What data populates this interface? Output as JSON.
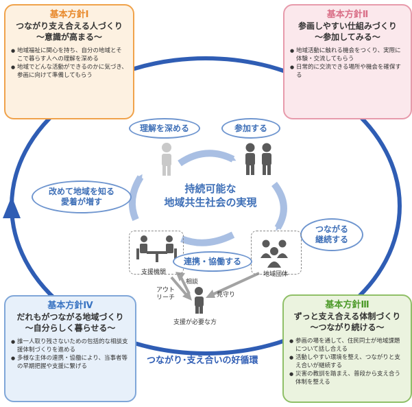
{
  "policies": {
    "p1": {
      "title": "基本方針Ⅰ",
      "line1": "つながり支え合える人づくり",
      "line2": "～意識が高まる～",
      "bullets": [
        "地域福祉に関心を持ち、自分の地域とそこで暮らす人への理解を深める",
        "地域でどんな活動ができるのかに気づき、参画に向けて準備してもらう"
      ]
    },
    "p2": {
      "title": "基本方針Ⅱ",
      "line1": "参画しやすい仕組みづくり",
      "line2": "～参加してみる～",
      "bullets": [
        "地域活動に触れる機会をつくり、実際に体験・交流してもらう",
        "日常的に交流できる場所や機会を確保する"
      ]
    },
    "p3": {
      "title": "基本方針Ⅲ",
      "line1": "ずっと支え合える体制づくり",
      "line2": "～つながり続ける～",
      "bullets": [
        "参画の場を通して、住民同士が地域課題について話し合える",
        "活動しやすい環境を整え、つながりと支え合いが継続する",
        "災害の教訓を踏まえ、普段から支え合う体制を整える"
      ]
    },
    "p4": {
      "title": "基本方針Ⅳ",
      "line1": "だれもがつながる地域づくり",
      "line2": "～自分らしく暮らせる～",
      "bullets": [
        "誰一人取り残さないための包括的な相談支援体制づくりを進める",
        "多様な主体の連携・協働により、当事者等の早期把握や支援に繋げる"
      ]
    }
  },
  "stages": {
    "understand": "理解を深める",
    "participate": "参加する",
    "continue_line1": "つながる",
    "continue_line2": "継続する",
    "affection_line1": "改めて地域を知る",
    "affection_line2": "愛着が増す",
    "cooperate": "連携・協働する"
  },
  "center": {
    "line1": "持続可能な",
    "line2": "地域共生社会の実現"
  },
  "actors": {
    "support_org": "支援機関",
    "community_group": "地域団体",
    "person_in_need": "支援が必要な方"
  },
  "arrow_labels": {
    "consult": "相談",
    "outreach_line1": "アウト",
    "outreach_line2": "リーチ",
    "watch": "見守り"
  },
  "cycle_label": "つながり･支え合いの好循環",
  "colors": {
    "cycle": "#2f5db4",
    "inner_arrow": "#a9bfe3",
    "oval_border": "#6e95cf",
    "text_blue": "#3e6fb7"
  }
}
